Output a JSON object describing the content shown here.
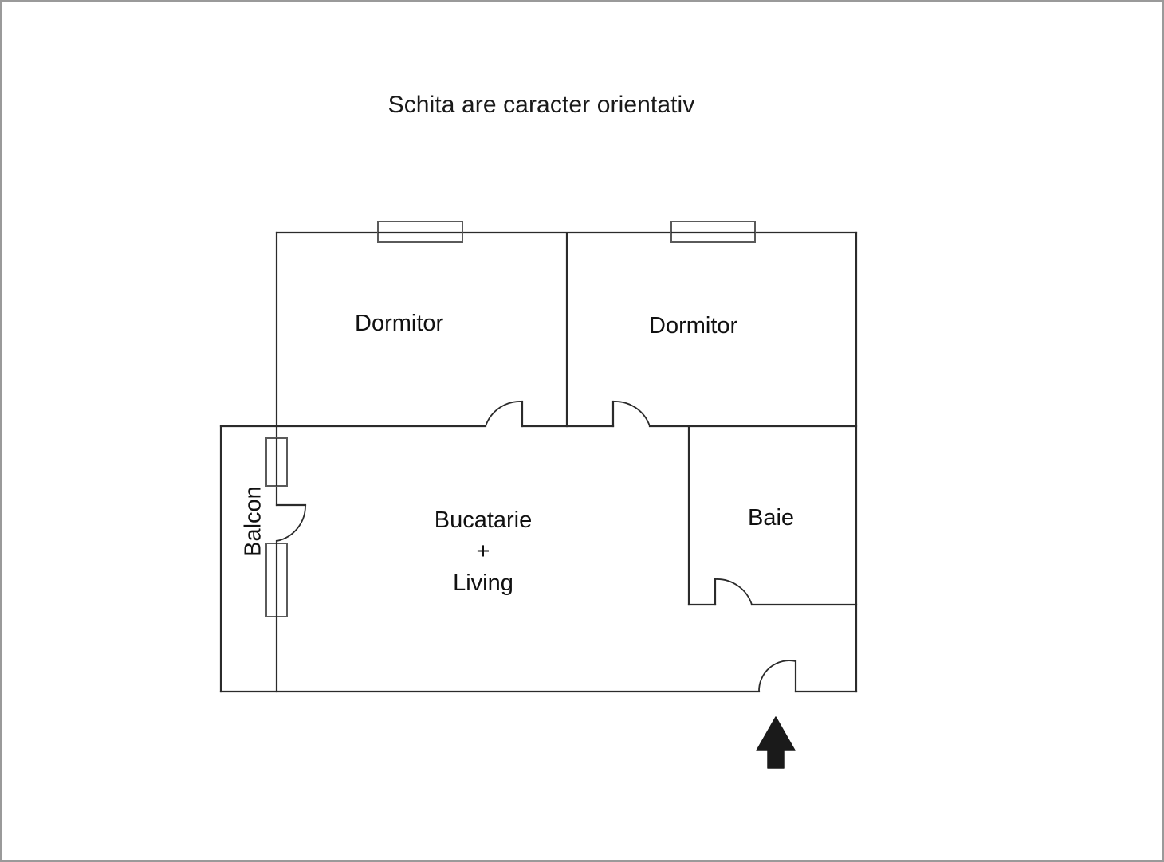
{
  "page": {
    "title": "Schita are caracter orientativ",
    "background_color": "#ffffff",
    "border_color": "#9a9a9a",
    "line_color": "#2b2b2b",
    "text_color": "#111111"
  },
  "floorplan": {
    "rooms": [
      {
        "id": "dormitor-left",
        "label": "Dormitor"
      },
      {
        "id": "dormitor-right",
        "label": "Dormitor"
      },
      {
        "id": "bucatarie-living",
        "label_line1": "Bucatarie",
        "label_line2": "+",
        "label_line3": "Living"
      },
      {
        "id": "baie",
        "label": "Baie"
      },
      {
        "id": "balcon",
        "label": "Balcon"
      }
    ],
    "openings": [
      {
        "id": "window-top-left",
        "type": "window"
      },
      {
        "id": "window-top-right",
        "type": "window"
      },
      {
        "id": "window-balcon-upper",
        "type": "window"
      },
      {
        "id": "window-balcon-lower",
        "type": "window"
      },
      {
        "id": "door-dormitor-left",
        "type": "door"
      },
      {
        "id": "door-dormitor-right",
        "type": "door"
      },
      {
        "id": "door-balcon",
        "type": "door"
      },
      {
        "id": "door-baie",
        "type": "door"
      },
      {
        "id": "door-entrance",
        "type": "door"
      }
    ],
    "entrance_marker": {
      "id": "entrance-arrow",
      "direction": "up"
    }
  }
}
